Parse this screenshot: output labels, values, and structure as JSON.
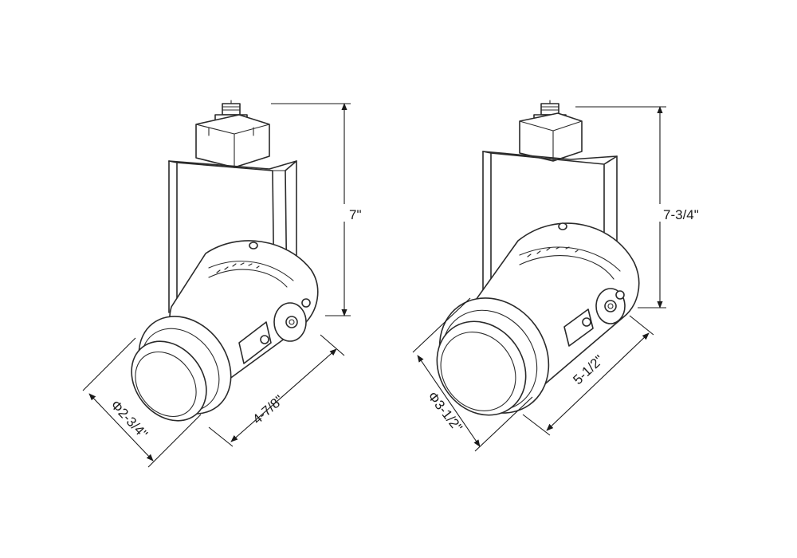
{
  "left_fixture": {
    "height_label": "7\"",
    "length_label": "4-7/8\"",
    "diameter_label": "Φ2-3/4\""
  },
  "right_fixture": {
    "height_label": "7-3/4\"",
    "length_label": "5-1/2\"",
    "diameter_label": "Φ3-1/2\""
  }
}
